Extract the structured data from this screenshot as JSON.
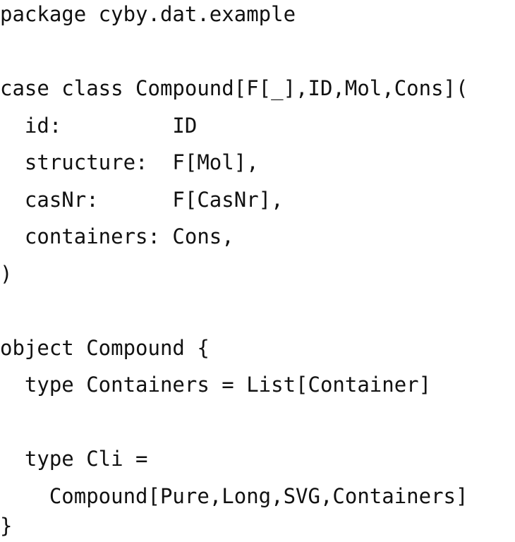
{
  "code": {
    "lines": [
      "package cyby.dat.example",
      "",
      "case class Compound[F[_],ID,Mol,Cons](",
      "  id:         ID",
      "  structure:  F[Mol],",
      "  casNr:      F[CasNr],",
      "  containers: Cons,",
      ")",
      "",
      "object Compound {",
      "  type Containers = List[Container]",
      "",
      "  type Cli =",
      "    Compound[Pure,Long,SVG,Containers]",
      "}"
    ]
  }
}
